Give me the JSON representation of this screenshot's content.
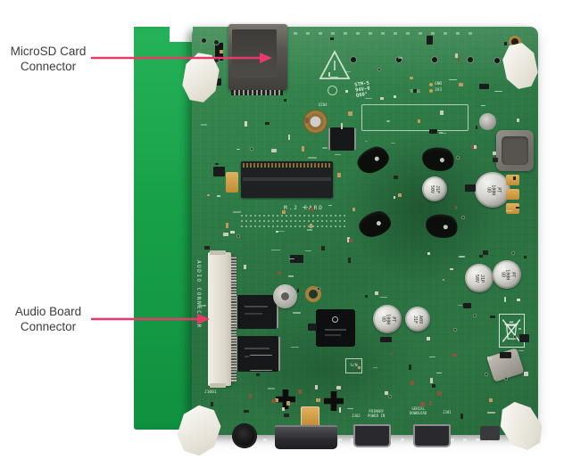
{
  "colors": {
    "arrow": "#e73a6b",
    "board_main": "#2e7a44",
    "board_back": "#18a24b",
    "label_text": "#3d3d3d",
    "silkscreen": "#e9f2e9"
  },
  "callouts": [
    {
      "id": "microsd",
      "lines": [
        "MicroSD Card",
        "Connector"
      ]
    },
    {
      "id": "audio",
      "lines": [
        "Audio Board",
        "Connector"
      ]
    }
  ],
  "silkscreen": {
    "m2_card": "M.2 CARD",
    "audio_connector": "AUDIO CONNECTOR",
    "flammability_line1": "STM-5",
    "flammability_line2": "94V-0",
    "flammability_line3": "Q60°",
    "gnd": "GND",
    "v33": "3V3",
    "tp801": "TP801",
    "u204": "U204",
    "sn": "S/N",
    "j1001": "J1001",
    "j302": "J302",
    "j301": "J301",
    "primary_line1": "PRIMARY",
    "primary_line2": "POWER IN",
    "serial_line1": "SERIAL",
    "serial_line2": "DOWNLOAD"
  },
  "caps": [
    {
      "l1": "J1F",
      "l2": "50V",
      "l3": ""
    },
    {
      "l1": "PT",
      "l2": "100H",
      "l3": "UD"
    },
    {
      "l1": "J1P",
      "l2": "50V",
      "l3": ""
    },
    {
      "l1": "PT",
      "l2": "100H",
      "l3": "UD"
    },
    {
      "l1": "PT",
      "l2": "100H",
      "l3": "UD"
    },
    {
      "l1": "A09",
      "l2": "J1F",
      "l3": ""
    }
  ],
  "icons": {
    "esd_warning": "esd-triangle",
    "weee": "crossed-out-wheelie-bin",
    "callout_arrow": "right-arrow"
  }
}
